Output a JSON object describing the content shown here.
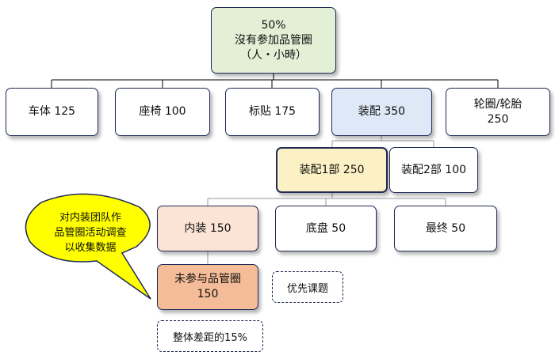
{
  "root": {
    "line1": "50%",
    "line2": "沒有参加品管圈",
    "line3": "（人・小時）"
  },
  "level1": [
    {
      "label": "车体 125"
    },
    {
      "label": "座椅 100"
    },
    {
      "label": "标贴 175"
    },
    {
      "label": "装配 350"
    },
    {
      "label": "轮圈/轮胎\n250"
    }
  ],
  "level2": [
    {
      "label": "装配1部 250"
    },
    {
      "label": "装配2部 100"
    }
  ],
  "level3": [
    {
      "label": "内装 150"
    },
    {
      "label": "底盘 50"
    },
    {
      "label": "最终 50"
    }
  ],
  "level4": {
    "label": "未参与品管圈\n150"
  },
  "callout": {
    "text": "对内装团队作\n品管圈活动调查\n以收集数据"
  },
  "notes": {
    "priority": "优先课题",
    "gap": "整体差距的15%"
  },
  "colors": {
    "root_fill": "#e3f0d6",
    "assembly_fill": "#dde9f6",
    "assembly1_fill": "#fcf1c4",
    "interior_fill": "#fbe4d5",
    "non_participants_fill": "#f4bc98",
    "callout_fill": "#ffff00",
    "border": "#1f2a56"
  }
}
